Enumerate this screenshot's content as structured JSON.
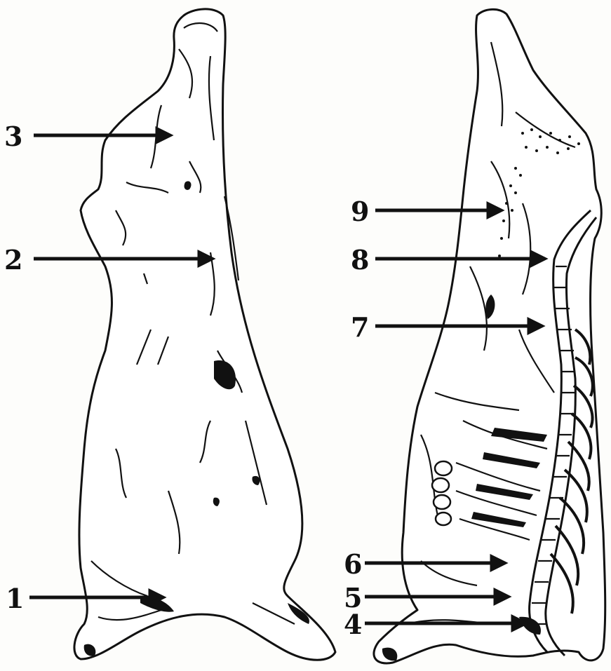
{
  "labels": [
    {
      "id": "1",
      "text": "1"
    },
    {
      "id": "2",
      "text": "2"
    },
    {
      "id": "3",
      "text": "3"
    },
    {
      "id": "4",
      "text": "4"
    },
    {
      "id": "5",
      "text": "5"
    },
    {
      "id": "6",
      "text": "6"
    },
    {
      "id": "7",
      "text": "7"
    },
    {
      "id": "8",
      "text": "8"
    },
    {
      "id": "9",
      "text": "9"
    }
  ],
  "colors": {
    "ink": "#111111",
    "paper": "#fdfdfb"
  }
}
